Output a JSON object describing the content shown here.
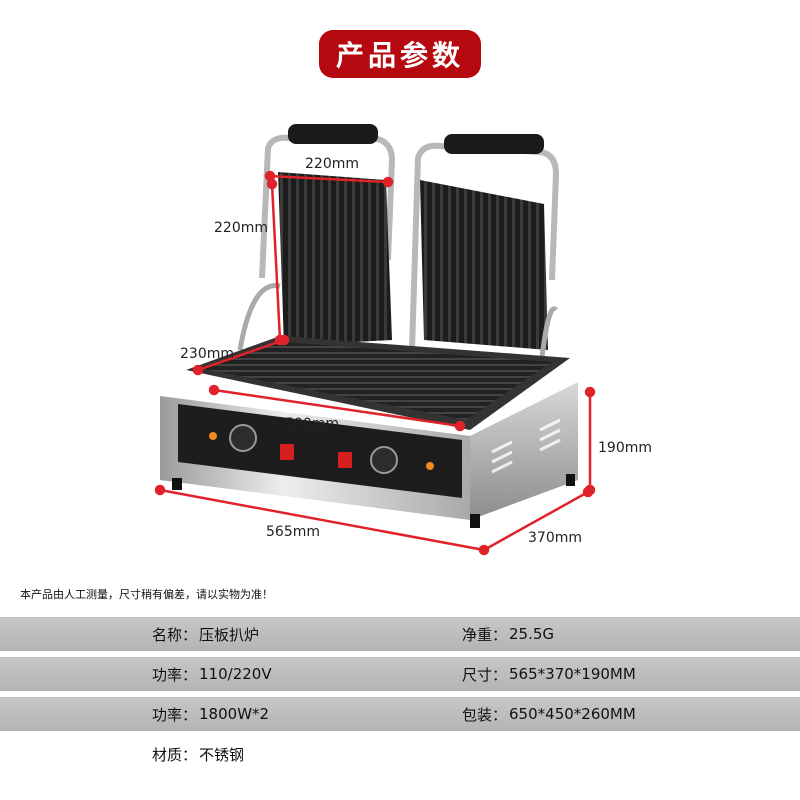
{
  "header": {
    "title": "产品参数"
  },
  "dimensions": {
    "top_plate_width": "220mm",
    "top_plate_height": "220mm",
    "bottom_plate_depth": "230mm",
    "bottom_plate_width": "500mm",
    "body_height": "190mm",
    "body_length": "565mm",
    "body_depth": "370mm"
  },
  "disclaimer": "本产品由人工测量，尺寸稍有偏差，请以实物为准！",
  "specs": [
    {
      "left_label": "名称：",
      "left_value": "压板扒炉",
      "right_label": "净重：",
      "right_value": "25.5G"
    },
    {
      "left_label": "功率：",
      "left_value": "110/220V",
      "right_label": "尺寸：",
      "right_value": "565*370*190MM"
    },
    {
      "left_label": "功率：",
      "left_value": "1800W*2",
      "right_label": "包装：",
      "right_value": "650*450*260MM"
    },
    {
      "left_label": "材质：",
      "left_value": "不锈钢",
      "right_label": "",
      "right_value": ""
    }
  ],
  "colors": {
    "accent": "#b5080f",
    "row_shade": "#bdbdbd",
    "dimension_line": "#e0222a"
  }
}
